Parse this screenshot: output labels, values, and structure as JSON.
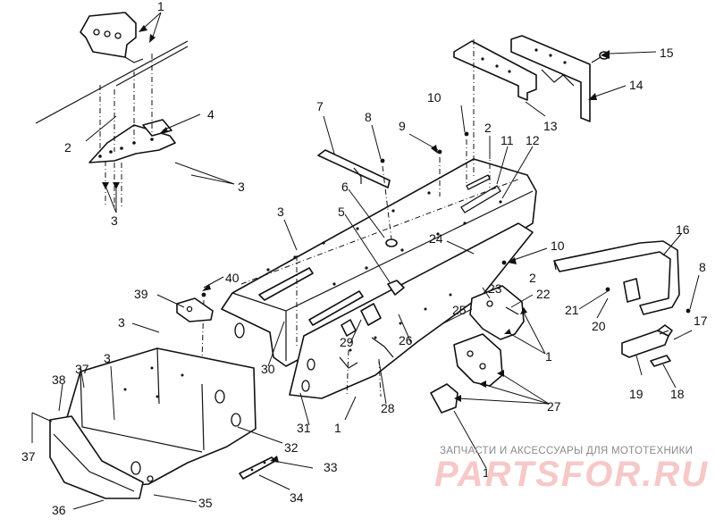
{
  "callouts": [
    {
      "id": "c1a",
      "text": "1"
    },
    {
      "id": "c2a",
      "text": "2"
    },
    {
      "id": "c3a",
      "text": "3"
    },
    {
      "id": "c3b",
      "text": "3"
    },
    {
      "id": "c4",
      "text": "4"
    },
    {
      "id": "c7",
      "text": "7"
    },
    {
      "id": "c8a",
      "text": "8"
    },
    {
      "id": "c9",
      "text": "9"
    },
    {
      "id": "c10a",
      "text": "10"
    },
    {
      "id": "c2b",
      "text": "2"
    },
    {
      "id": "c11",
      "text": "11"
    },
    {
      "id": "c12",
      "text": "12"
    },
    {
      "id": "c13",
      "text": "13"
    },
    {
      "id": "c14",
      "text": "14"
    },
    {
      "id": "c15",
      "text": "15"
    },
    {
      "id": "c6",
      "text": "6"
    },
    {
      "id": "c3c",
      "text": "3"
    },
    {
      "id": "c5",
      "text": "5"
    },
    {
      "id": "c24",
      "text": "24"
    },
    {
      "id": "c10b",
      "text": "10"
    },
    {
      "id": "c2c",
      "text": "2"
    },
    {
      "id": "c16",
      "text": "16"
    },
    {
      "id": "c8b",
      "text": "8"
    },
    {
      "id": "c21",
      "text": "21"
    },
    {
      "id": "c20",
      "text": "20"
    },
    {
      "id": "c17",
      "text": "17"
    },
    {
      "id": "c19",
      "text": "19"
    },
    {
      "id": "c18",
      "text": "18"
    },
    {
      "id": "c23",
      "text": "23"
    },
    {
      "id": "c22",
      "text": "22"
    },
    {
      "id": "c25",
      "text": "25"
    },
    {
      "id": "c1b",
      "text": "1"
    },
    {
      "id": "c27",
      "text": "27"
    },
    {
      "id": "c39",
      "text": "39"
    },
    {
      "id": "c40",
      "text": "40"
    },
    {
      "id": "c3d",
      "text": "3"
    },
    {
      "id": "c3e",
      "text": "3"
    },
    {
      "id": "c29",
      "text": "29"
    },
    {
      "id": "c26",
      "text": "26"
    },
    {
      "id": "c30",
      "text": "30"
    },
    {
      "id": "c31",
      "text": "31"
    },
    {
      "id": "c28",
      "text": "28"
    },
    {
      "id": "c1c",
      "text": "1"
    },
    {
      "id": "c37a",
      "text": "37"
    },
    {
      "id": "c38",
      "text": "38"
    },
    {
      "id": "c37b",
      "text": "37"
    },
    {
      "id": "c32",
      "text": "32"
    },
    {
      "id": "c33",
      "text": "33"
    },
    {
      "id": "c34",
      "text": "34"
    },
    {
      "id": "c35",
      "text": "35"
    },
    {
      "id": "c36",
      "text": "36"
    },
    {
      "id": "c1d",
      "text": "1"
    }
  ],
  "watermark": {
    "caption": "ЗАПЧАСТИ И АКСЕССУАРЫ ДЛЯ МОТОТЕХНИКИ",
    "logo": "PARTSFOR.RU"
  },
  "colors": {
    "line": "#111111",
    "background": "#ffffff",
    "watermark_caption": "#8a8a8a",
    "watermark_logo": "#f6c8c8"
  }
}
